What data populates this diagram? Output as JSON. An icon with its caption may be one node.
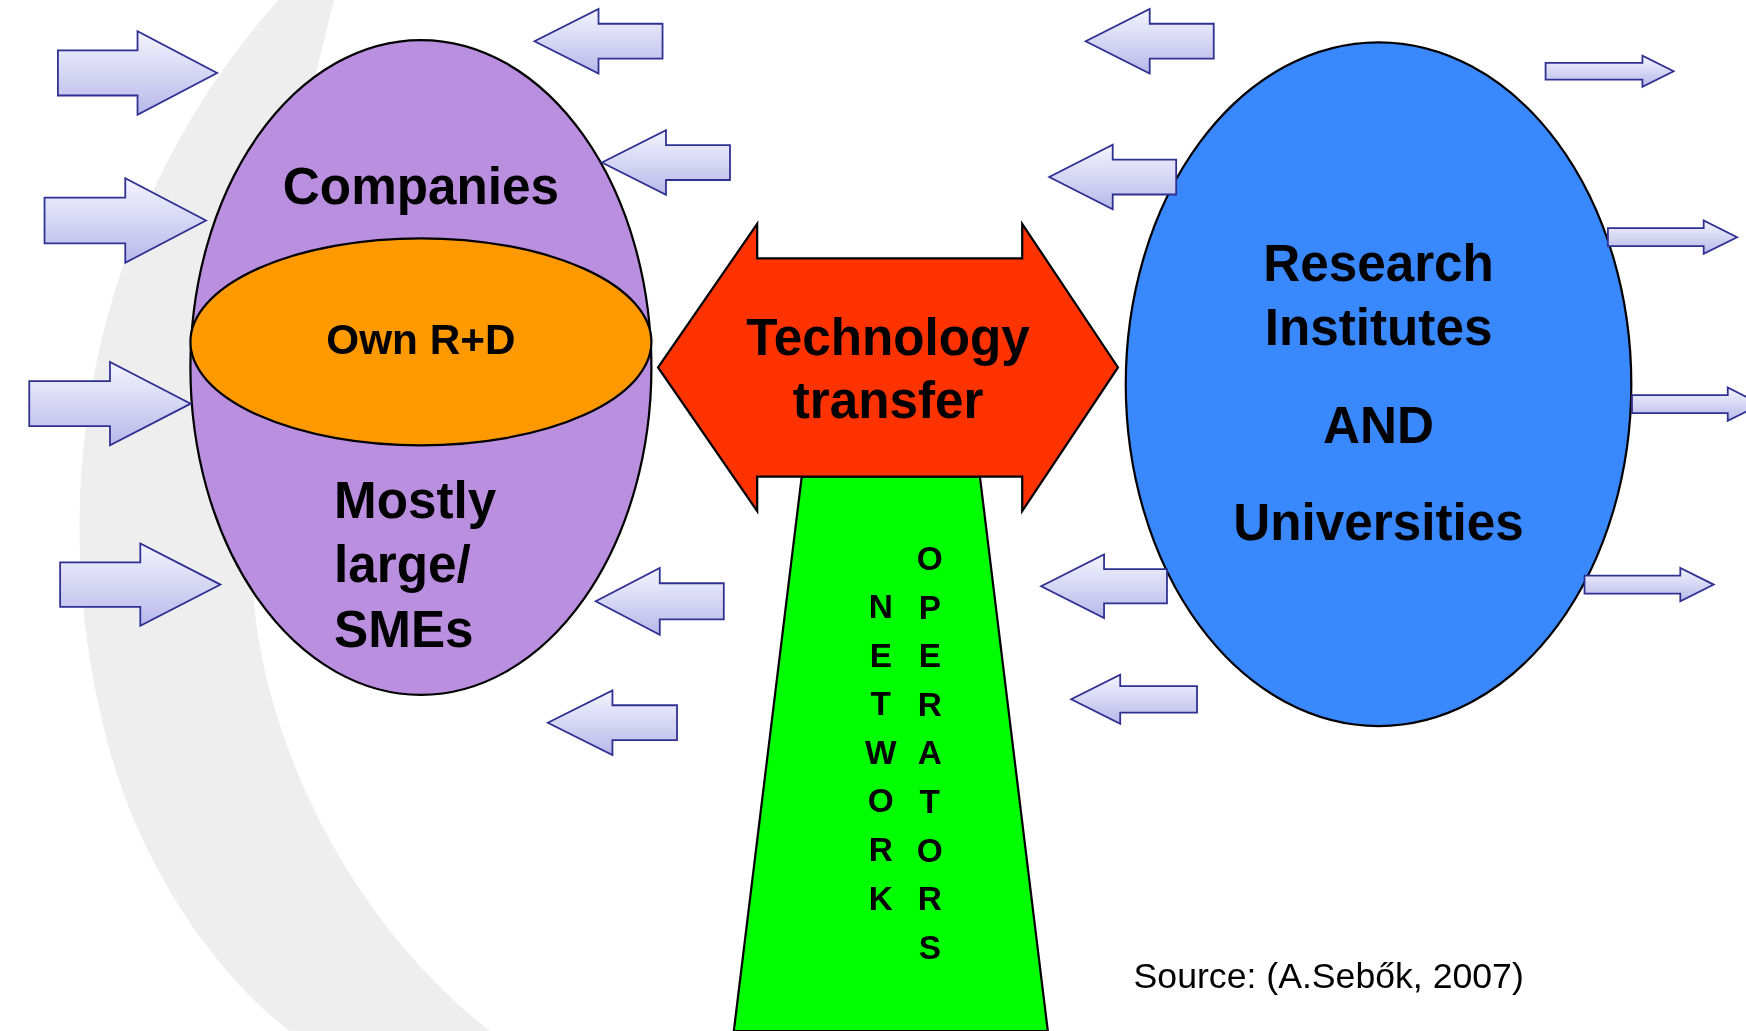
{
  "diagram": {
    "caption": "Source: (A.Sebők, 2007)",
    "nodes": [
      {
        "text": [
          "Companies",
          "Mostly large/ SMEs"
        ]
      },
      {
        "text": [
          "Own R+D"
        ],
        "in": 0
      },
      {
        "text": [
          "Technology transfer"
        ]
      },
      {
        "text": [
          "NETWORK",
          "OPERATORS"
        ]
      },
      {
        "text": [
          "Research Institutes",
          "AND",
          "Universities"
        ]
      }
    ],
    "edges": [
      {
        "from": null,
        "to": 0,
        "arrow": "to"
      },
      {
        "from": null,
        "to": 0,
        "arrow": "to"
      },
      {
        "from": null,
        "to": 0,
        "arrow": "to"
      },
      {
        "from": null,
        "to": 0,
        "arrow": "to"
      },
      {
        "from": null,
        "to": 0,
        "arrow": "to"
      },
      {
        "from": null,
        "to": 0,
        "arrow": "to"
      },
      {
        "from": null,
        "to": 0,
        "arrow": "to"
      },
      {
        "from": null,
        "to": 0,
        "arrow": "to"
      },
      {
        "from": 4,
        "to": null,
        "arrow": "to"
      },
      {
        "from": 4,
        "to": null,
        "arrow": "to"
      },
      {
        "from": 4,
        "to": null,
        "arrow": "to"
      },
      {
        "from": 4,
        "to": null,
        "arrow": "to"
      },
      {
        "from": 4,
        "to": null,
        "arrow": "to"
      },
      {
        "from": 4,
        "to": null,
        "arrow": "to"
      },
      {
        "from": 4,
        "to": null,
        "arrow": "to"
      },
      {
        "from": 4,
        "to": null,
        "arrow": "to"
      }
    ]
  }
}
